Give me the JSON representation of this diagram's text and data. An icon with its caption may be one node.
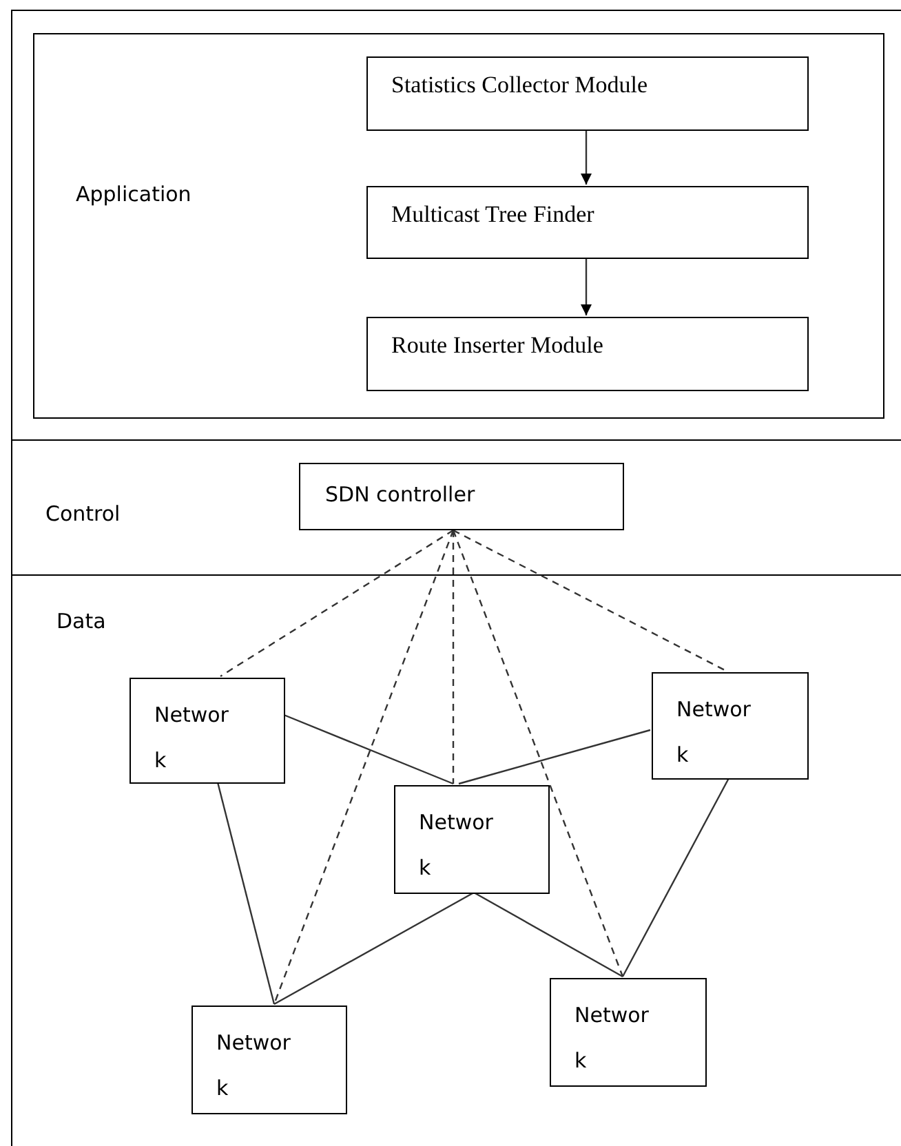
{
  "diagram": {
    "nodes": [
      {
        "text": [
          "Application"
        ]
      },
      {
        "text": [
          "Statistics Collector Module"
        ],
        "in": 0
      },
      {
        "text": [
          "Multicast Tree Finder"
        ],
        "in": 0
      },
      {
        "text": [
          "Route Inserter Module"
        ],
        "in": 0
      },
      {
        "text": [
          "Control"
        ]
      },
      {
        "text": [
          "SDN controller"
        ],
        "in": 4
      },
      {
        "text": [
          "Data"
        ]
      },
      {
        "text": [
          "Networ k"
        ],
        "in": 6
      },
      {
        "text": [
          "Networ k"
        ],
        "in": 6
      },
      {
        "text": [
          "Networ k"
        ],
        "in": 6
      },
      {
        "text": [
          "Networ k"
        ],
        "in": 6
      },
      {
        "text": [
          "Networ k"
        ],
        "in": 6
      }
    ],
    "edges": [
      {
        "from": 1,
        "to": 2,
        "arrow": "to"
      },
      {
        "from": 2,
        "to": 3,
        "arrow": "to"
      },
      {
        "from": 5,
        "to": 7,
        "arrow": "none",
        "style": "dashed"
      },
      {
        "from": 5,
        "to": 10,
        "arrow": "none",
        "style": "dashed"
      },
      {
        "from": 5,
        "to": 9,
        "arrow": "none",
        "style": "dashed"
      },
      {
        "from": 5,
        "to": 11,
        "arrow": "none",
        "style": "dashed"
      },
      {
        "from": 5,
        "to": 8,
        "arrow": "none",
        "style": "dashed"
      },
      {
        "from": 7,
        "to": 9,
        "arrow": "none"
      },
      {
        "from": 8,
        "to": 9,
        "arrow": "none"
      },
      {
        "from": 7,
        "to": 10,
        "arrow": "none"
      },
      {
        "from": 9,
        "to": 10,
        "arrow": "none"
      },
      {
        "from": 9,
        "to": 11,
        "arrow": "none"
      },
      {
        "from": 8,
        "to": 11,
        "arrow": "none"
      }
    ]
  }
}
